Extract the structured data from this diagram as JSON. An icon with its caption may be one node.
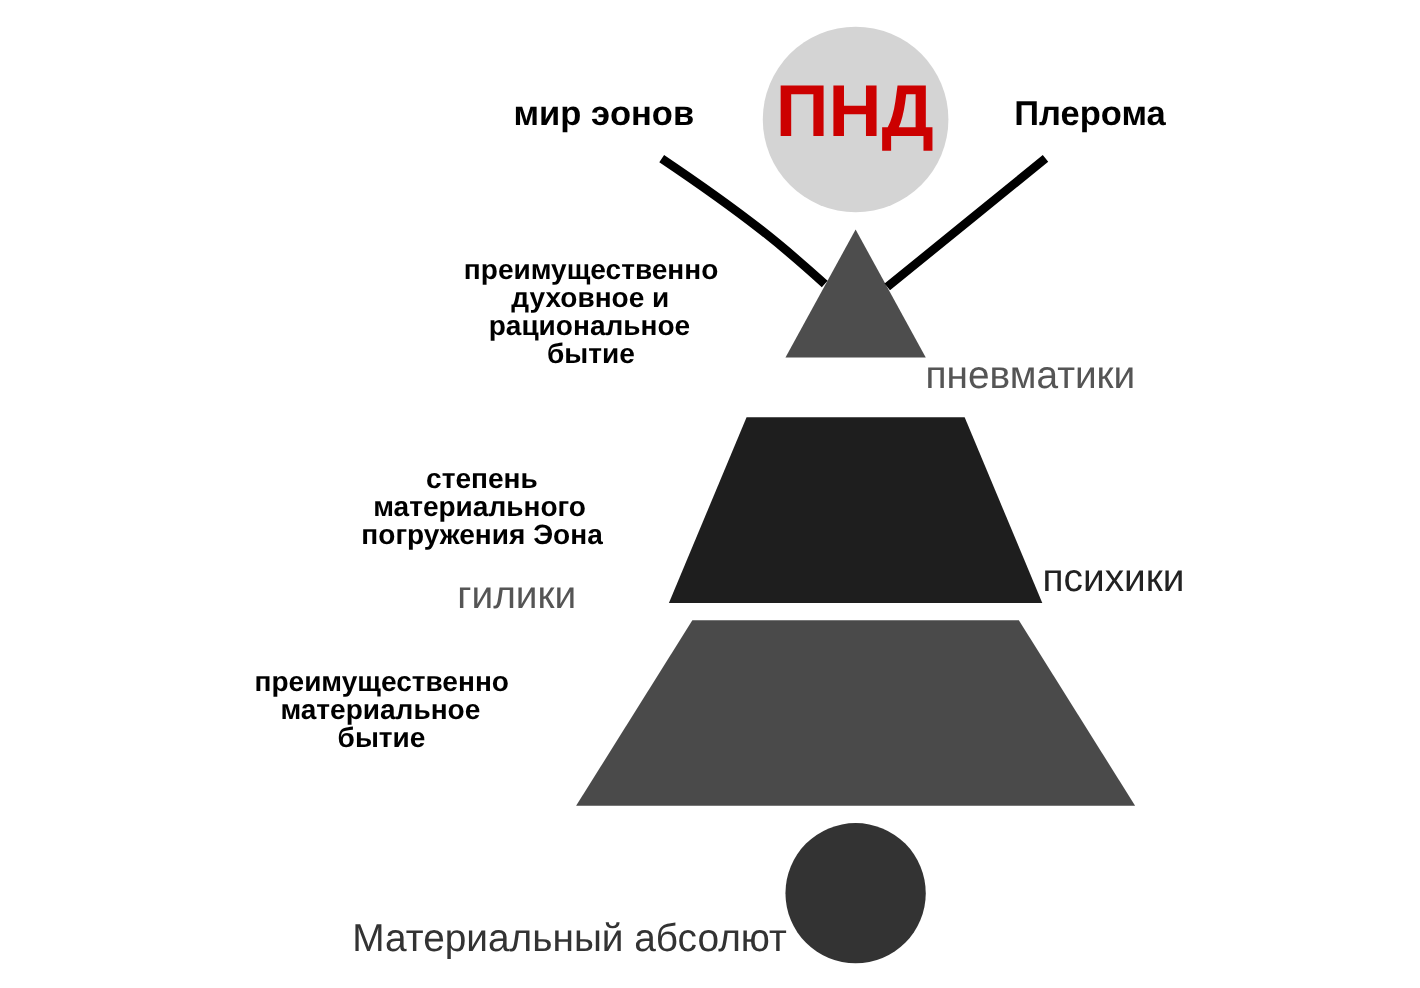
{
  "diagram": {
    "nodes": [
      {
        "text": [
          "ПНД"
        ]
      },
      {
        "text": [
          "мир эонов"
        ]
      },
      {
        "text": [
          "Плерома"
        ]
      },
      {
        "text": [],
        "shape": "triangle",
        "beside": [
          "пневматики"
        ]
      },
      {
        "text": [],
        "shape": "trapezoid",
        "beside": [
          "психики"
        ]
      },
      {
        "text": [],
        "shape": "trapezoid",
        "beside": [
          "гилики"
        ]
      },
      {
        "text": [],
        "shape": "circle",
        "beside": [
          "Материальный абсолют"
        ]
      }
    ],
    "edges": [
      {
        "from": 1,
        "to": 3,
        "arrow": "none"
      },
      {
        "from": 2,
        "to": 3,
        "arrow": "none"
      }
    ],
    "labels": [
      "степень материального погружения Эона",
      "преимущественно духовное и рациональное бытие",
      "преимущественно материальное бытие"
    ]
  }
}
